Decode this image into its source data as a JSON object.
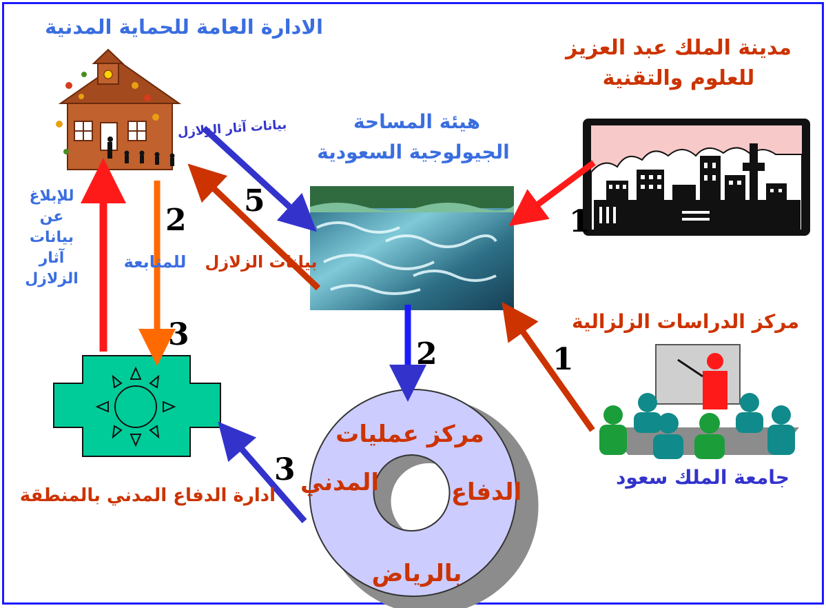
{
  "labels": {
    "civil_defense_hq": "الادارة العامة للحماية المدنية",
    "kacst_line1": "مدينة الملك عبد العزيز",
    "kacst_line2": "للعلوم والتقنية",
    "sgs_line1": "هيئة المساحة",
    "sgs_line2": "الجيولوجية السعودية",
    "eq_effects_data": "بيانات آثار الزلازل",
    "eq_data": "بيانات الزلازل",
    "followup": "للمتابعة",
    "report_line1": "للإبلاغ",
    "report_line2": "عن",
    "report_line3": "بيانات",
    "report_line4": "آثار",
    "report_line5": "الزلازل",
    "seismic_center": "مركز الدراسات الزلزالية",
    "ksu": "جامعة الملك سعود",
    "regional_admin": "ادارة الدفاع المدني بالمنطقة",
    "ops_line1": "مركز عمليات",
    "ops_word_defense": "الدفاع",
    "ops_word_civil": "المدني",
    "ops_line3": "بالرياض"
  },
  "numbers": {
    "n_kacst": "1",
    "n_seismic": "1",
    "n_sgs_to_ops": "2",
    "n_hq_down": "2",
    "n_hq_to_regional": "3",
    "n_ops_to_regional": "3",
    "n_effects": "5"
  },
  "colors": {
    "red": "#ff1a1a",
    "orange": "#ff6a00",
    "brown_red": "#cc3300",
    "blue": "#3333cc",
    "label_blue": "#3a6ee0",
    "teal": "#00cc99",
    "border": "#1a1aff"
  }
}
